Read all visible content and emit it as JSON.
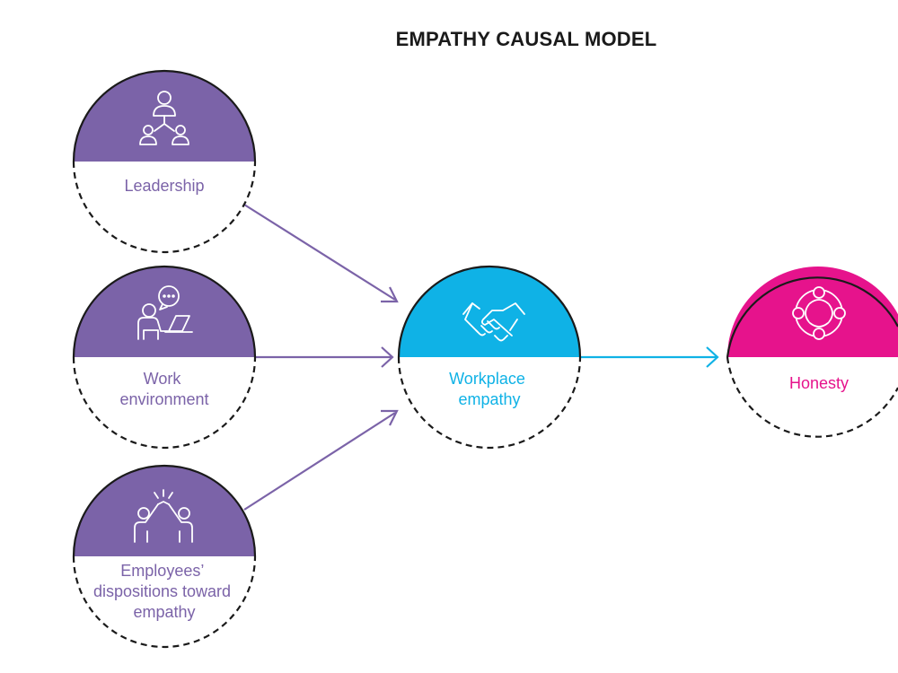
{
  "title": "EMPATHY CAUSAL MODEL",
  "colors": {
    "purple": "#7b63a8",
    "cyan": "#0fb2e6",
    "magenta": "#e6138c",
    "dark": "#1a1a1a",
    "white": "#ffffff"
  },
  "nodes": {
    "leadership": {
      "label_lines": [
        "Leadership"
      ],
      "icon": "org-chart-icon"
    },
    "work_environment": {
      "label_lines": [
        "Work",
        "environment"
      ],
      "icon": "person-at-laptop-chat-icon"
    },
    "dispositions": {
      "label_lines": [
        "Employees’",
        "dispositions toward",
        "empathy"
      ],
      "icon": "high-five-icon"
    },
    "workplace_empathy": {
      "label_lines": [
        "Workplace",
        "empathy"
      ],
      "icon": "handshake-icon"
    },
    "honesty": {
      "label_lines": [
        "Honesty"
      ],
      "icon": "people-circle-icon"
    }
  },
  "edges": [
    {
      "from": "Leadership",
      "to": "Workplace empathy"
    },
    {
      "from": "Work environment",
      "to": "Workplace empathy"
    },
    {
      "from": "Employees’ dispositions toward empathy",
      "to": "Workplace empathy"
    },
    {
      "from": "Workplace empathy",
      "to": "Honesty"
    }
  ]
}
